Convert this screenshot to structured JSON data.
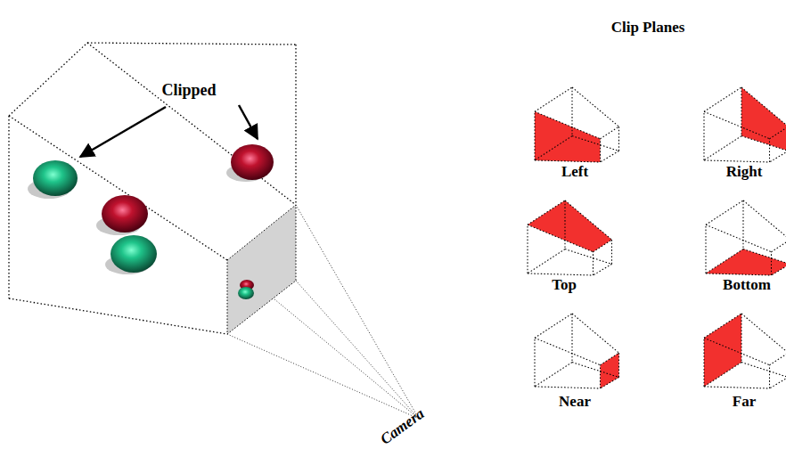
{
  "diagram": {
    "labels": [
      "Clipped",
      "Camera",
      "Clip Planes",
      "Left",
      "Right",
      "Top",
      "Bottom",
      "Near",
      "Far"
    ]
  }
}
